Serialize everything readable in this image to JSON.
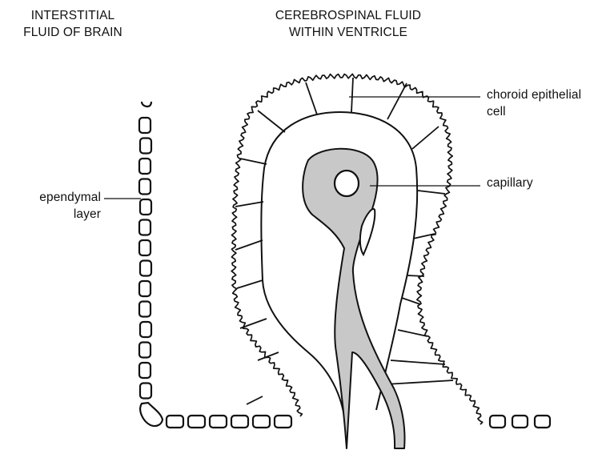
{
  "headings": {
    "interstitial_line1": "INTERSTITIAL",
    "interstitial_line2": "FLUID OF BRAIN",
    "csf_line1": "CEREBROSPINAL FLUID",
    "csf_line2": "WITHIN VENTRICLE"
  },
  "labels": {
    "choroid_line1": "choroid epithelial",
    "choroid_line2": "cell",
    "capillary": "capillary",
    "ependymal_line1": "ependymal",
    "ependymal_line2": "layer"
  },
  "colors": {
    "stroke": "#111111",
    "capillary_fill": "#c8c8c8",
    "background": "#ffffff"
  }
}
